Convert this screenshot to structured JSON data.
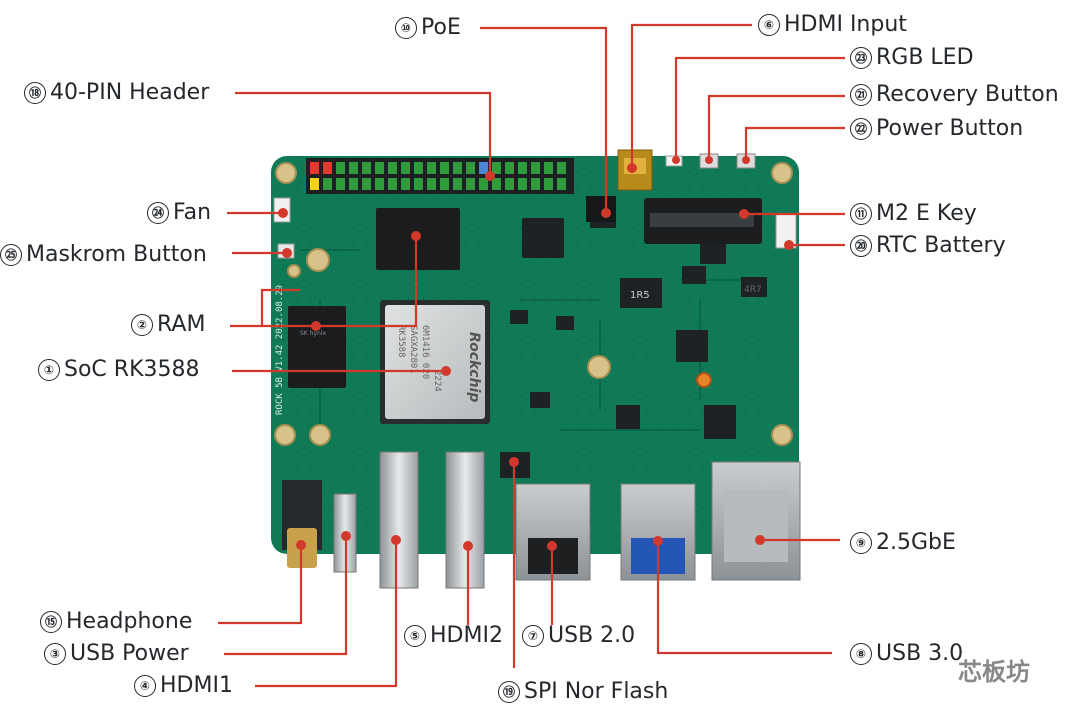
{
  "diagram": {
    "board_silkscreen": "ROCK 5B V1.42 2022.08.29",
    "soc_marking": "Rockchip",
    "soc_text_lines": [
      "RK3588",
      "SAGXA2801",
      "6M1416 020",
      "2224"
    ],
    "chip_marking_1r5": "1R5",
    "chip_marking_4r7": "4R7",
    "labels": [
      {
        "num": "⑱",
        "text": "40-PIN Header"
      },
      {
        "num": "⑩",
        "text": "PoE"
      },
      {
        "num": "⑥",
        "text": "HDMI Input"
      },
      {
        "num": "㉓",
        "text": "RGB LED"
      },
      {
        "num": "㉑",
        "text": "Recovery Button"
      },
      {
        "num": "㉒",
        "text": "Power Button"
      },
      {
        "num": "㉔",
        "text": "Fan"
      },
      {
        "num": "㉕",
        "text": "Maskrom Button"
      },
      {
        "num": "②",
        "text": "RAM"
      },
      {
        "num": "①",
        "text": "SoC RK3588"
      },
      {
        "num": "⑪",
        "text": "M2 E Key"
      },
      {
        "num": "⑳",
        "text": "RTC Battery"
      },
      {
        "num": "⑨",
        "text": "2.5GbE"
      },
      {
        "num": "⑮",
        "text": "Headphone"
      },
      {
        "num": "③",
        "text": "USB Power"
      },
      {
        "num": "④",
        "text": "HDMI1"
      },
      {
        "num": "⑤",
        "text": "HDMI2"
      },
      {
        "num": "⑦",
        "text": "USB 2.0"
      },
      {
        "num": "⑲",
        "text": "SPI Nor Flash"
      },
      {
        "num": "⑧",
        "text": "USB 3.0"
      }
    ],
    "watermark": "芯板坊"
  },
  "colors": {
    "pcb": "#0f7a55",
    "leader": "#d2382b",
    "text": "#24282c"
  }
}
